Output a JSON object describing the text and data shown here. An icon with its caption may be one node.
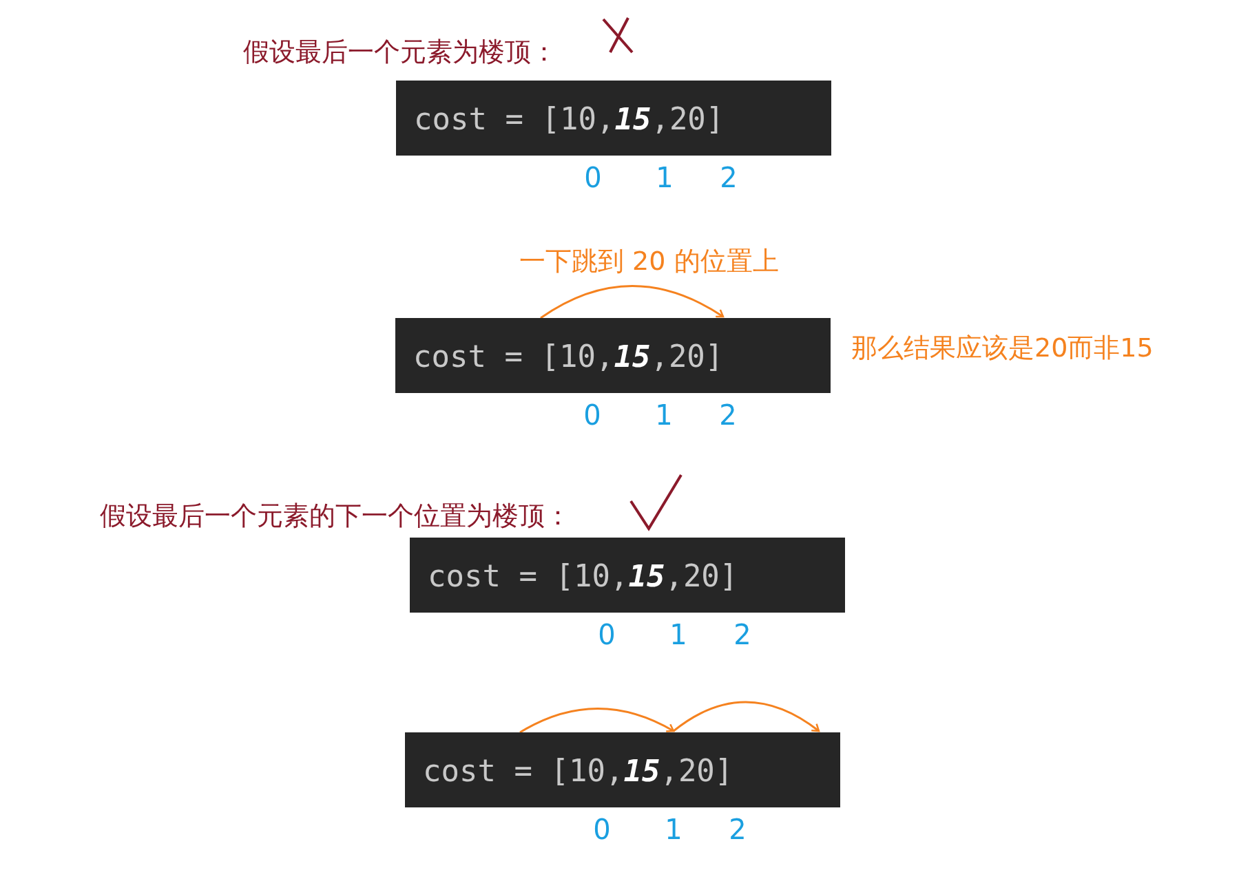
{
  "diagram": {
    "nodes": [
      {
        "text": [
          "cost = [10,**15**,20]"
        ],
        "beside": [
          "0",
          "1",
          "2"
        ]
      },
      {
        "text": [
          "cost = [10,**15**,20]"
        ],
        "beside": [
          "0",
          "1",
          "2",
          "那么结果应该是20而非15"
        ]
      },
      {
        "text": [
          "cost = [10,**15**,20]"
        ],
        "beside": [
          "0",
          "1",
          "2"
        ]
      },
      {
        "text": [
          "cost = [10,**15**,20]"
        ],
        "beside": [
          "0",
          "1",
          "2"
        ]
      }
    ],
    "edges": [
      {
        "from": null,
        "to": 1,
        "arrow": "to"
      },
      {
        "from": null,
        "to": 3,
        "arrow": "to"
      },
      {
        "from": null,
        "to": 3,
        "arrow": "to"
      }
    ],
    "labels": [
      "假设最后一个元素为楼顶：",
      "一下跳到 20 的位置上",
      "假设最后一个元素的下一个位置为楼顶："
    ]
  }
}
